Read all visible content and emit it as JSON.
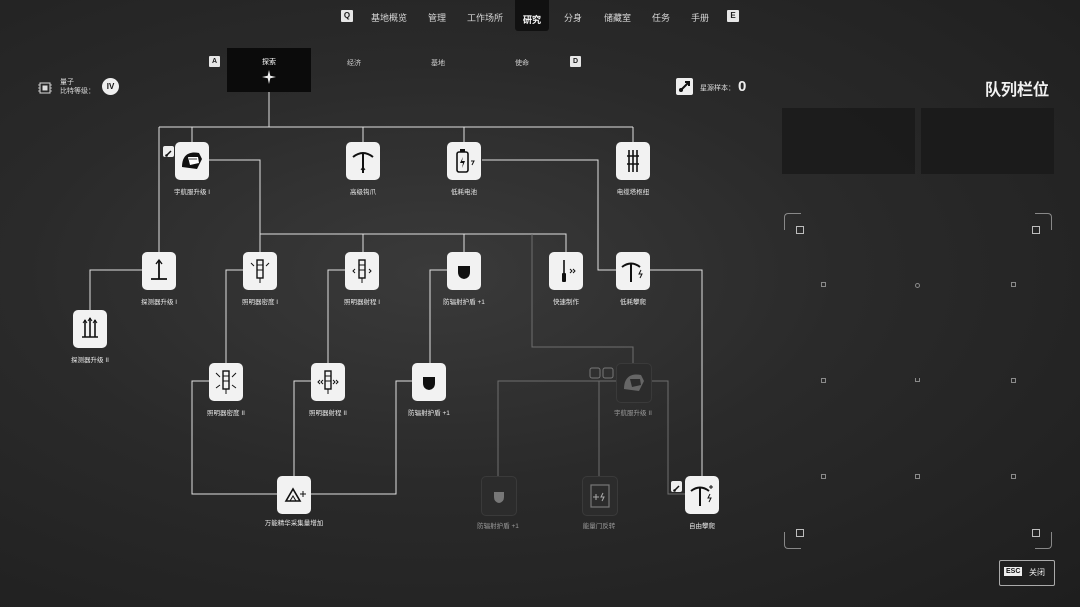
{
  "nav": {
    "key_left": "Q",
    "key_right": "E",
    "items": [
      "基地概览",
      "管理",
      "工作场所",
      "研究",
      "分身",
      "储藏室",
      "任务",
      "手册"
    ],
    "active": "研究"
  },
  "subtabs": {
    "key_left": "A",
    "key_right": "D",
    "items": [
      "探索",
      "经济",
      "基地",
      "使命"
    ],
    "active": "探索"
  },
  "info": {
    "quantum_label": "量子\n比特等级：",
    "quantum_level": "IV",
    "star_label": "星源样本：",
    "star_count": "0"
  },
  "nodes": {
    "suit1": "宇航服升级 I",
    "grapple": "高级钩爪",
    "battery": "低耗电池",
    "pylon": "电缆塔枢纽",
    "detector1": "探测器升级 I",
    "detector2": "探测器升级 II",
    "flare_density1": "照明器密度 I",
    "flare_range1": "照明器射程 I",
    "shield1": "防辐射护盾 +1",
    "quick_craft": "快速制作",
    "lowclimb": "低耗攀爬",
    "flare_density2": "照明器密度 II",
    "flare_range2": "照明器射程 II",
    "shield2": "防辐射护盾 +1",
    "suit2": "宇航服升级 II",
    "harvest": "万能精华采集量增加",
    "shield3": "防辐射护盾 +1",
    "portal": "能量门反转",
    "freeclimb": "自由攀爬"
  },
  "queue": {
    "title": "队列栏位"
  },
  "close": {
    "key": "ESC",
    "label": "关闭"
  },
  "colors": {
    "background": "#2a2a2a",
    "node_active": "#f2f2f2",
    "node_locked": "#2c2c2c",
    "line": "#e0e0e0"
  }
}
